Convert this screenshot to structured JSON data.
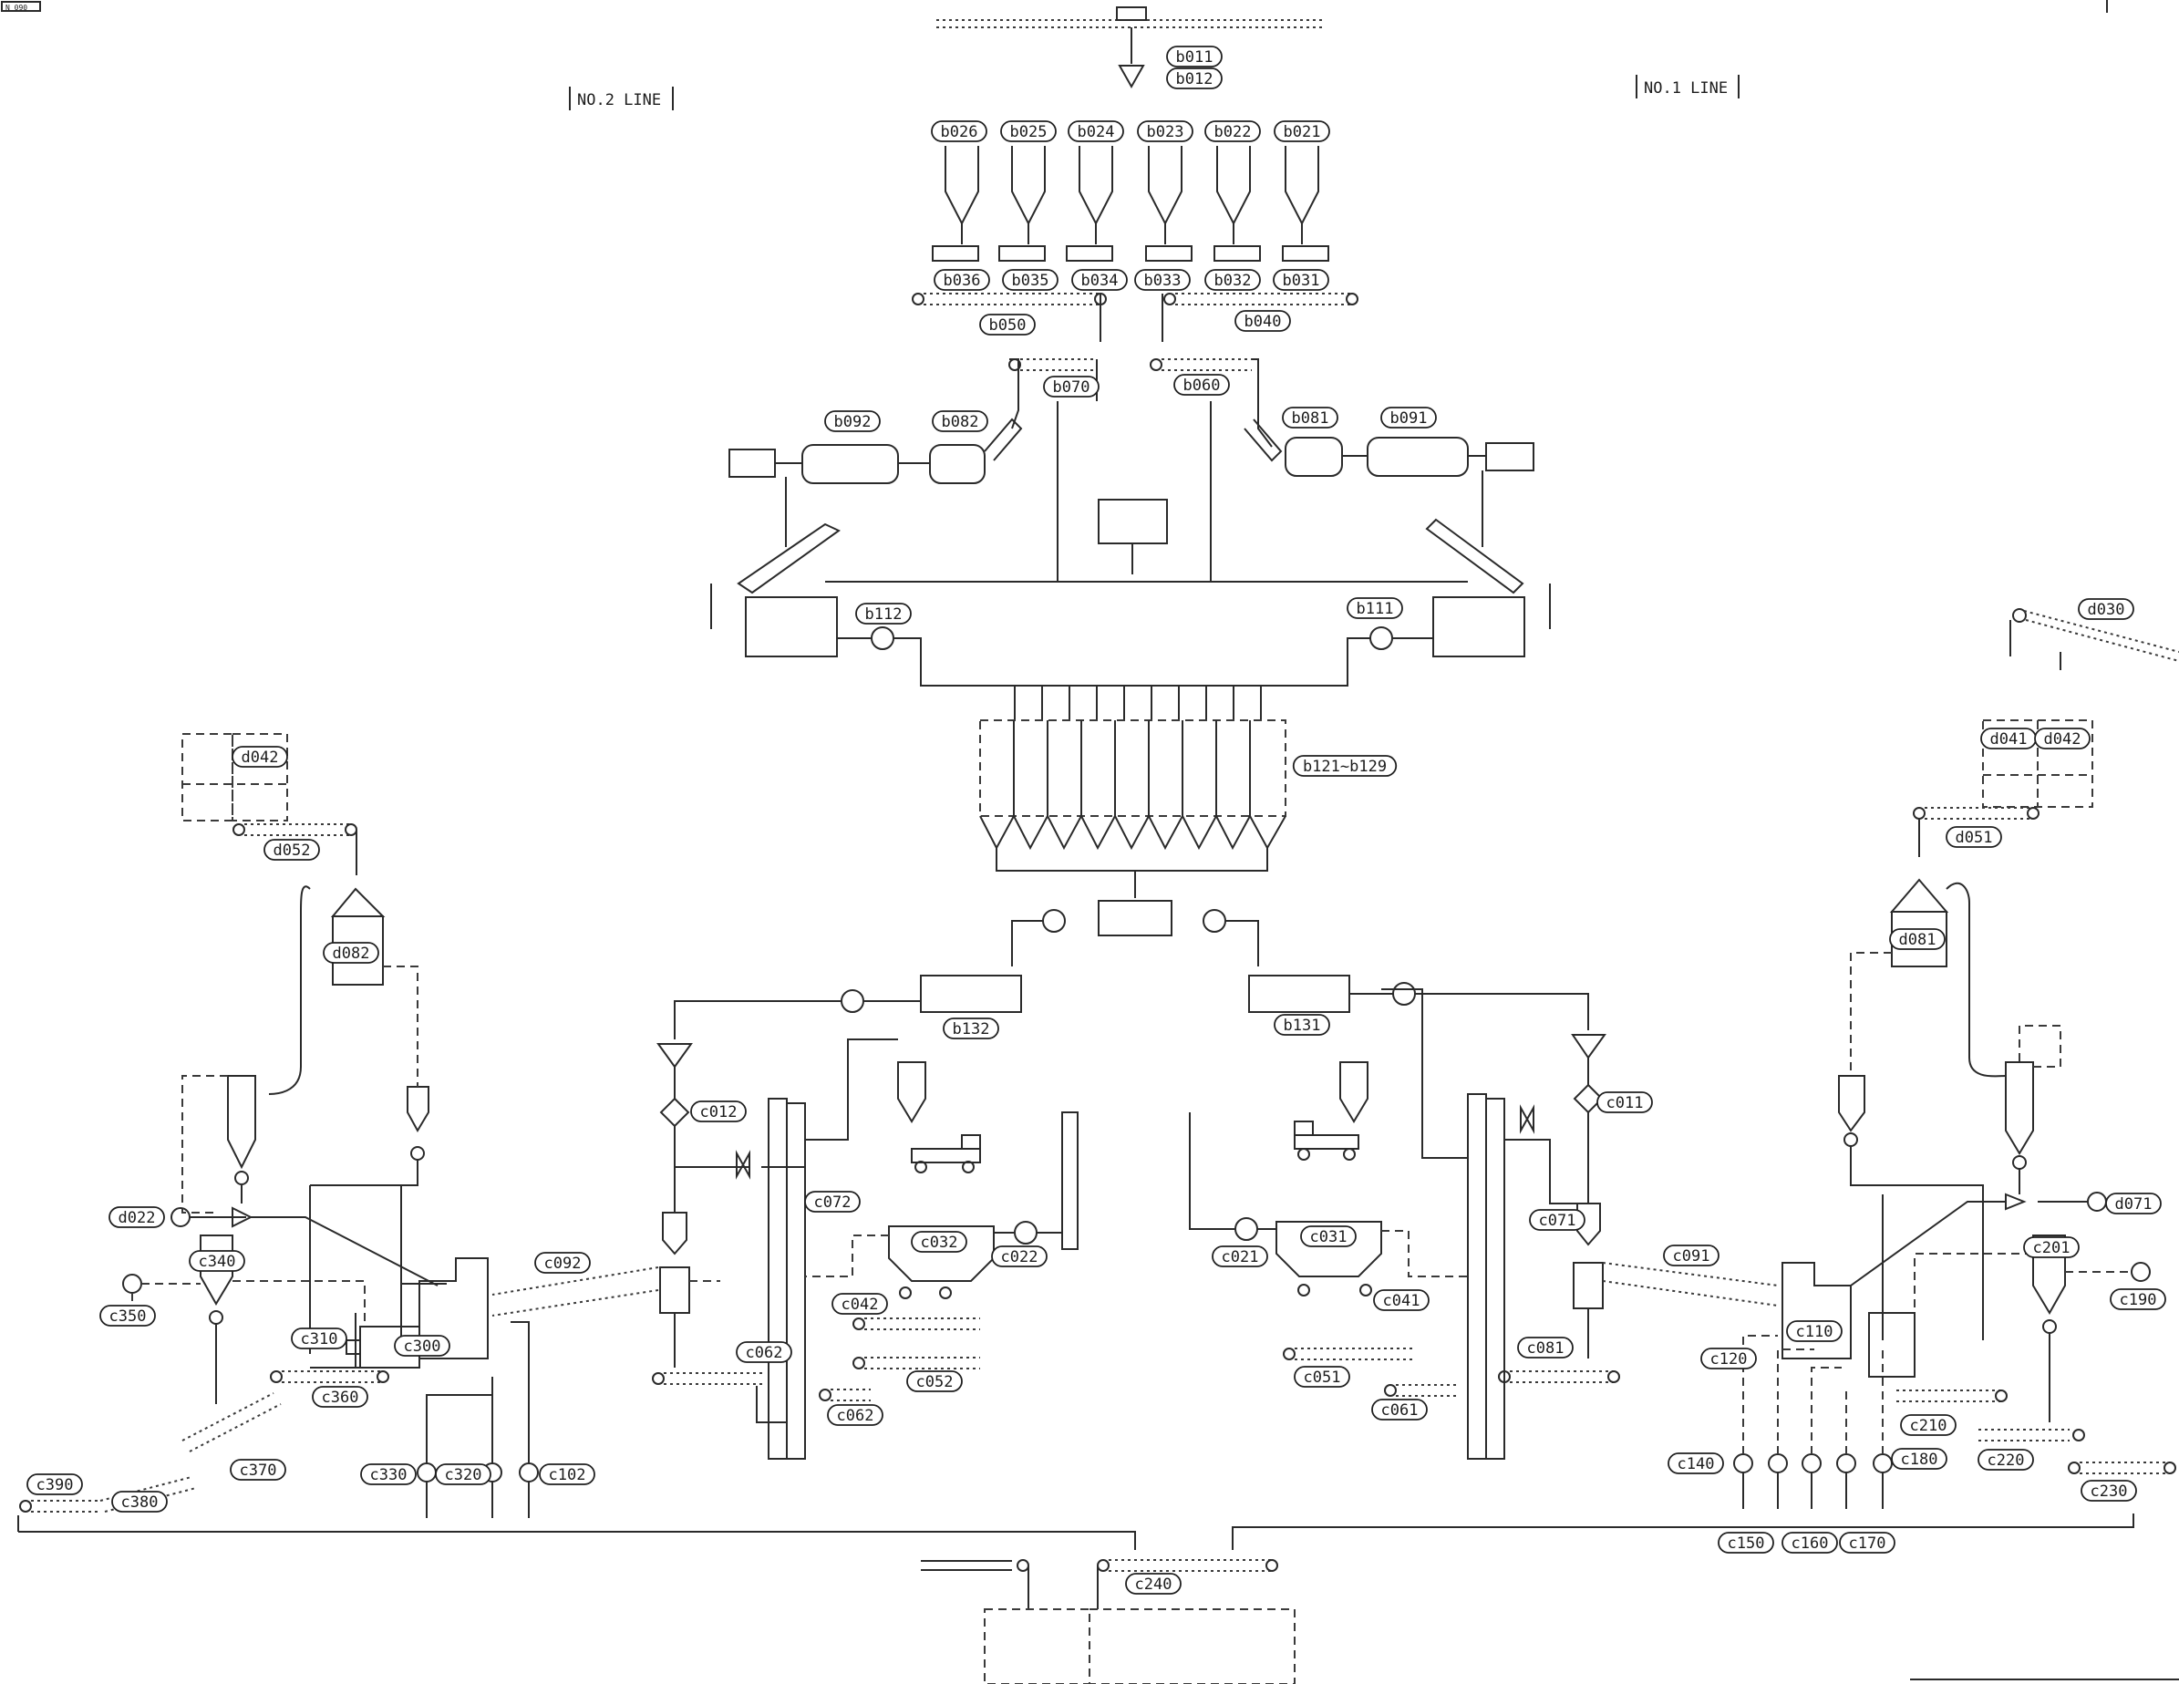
{
  "headers": {
    "line2": "NO.2 LINE",
    "line1": "NO.1 LINE",
    "corner": "N 090"
  },
  "tags": {
    "b011": "b011",
    "b012": "b012",
    "b021": "b021",
    "b022": "b022",
    "b023": "b023",
    "b024": "b024",
    "b025": "b025",
    "b026": "b026",
    "b031": "b031",
    "b032": "b032",
    "b033": "b033",
    "b034": "b034",
    "b035": "b035",
    "b036": "b036",
    "b040": "b040",
    "b050": "b050",
    "b060": "b060",
    "b070": "b070",
    "b081": "b081",
    "b082": "b082",
    "b091": "b091",
    "b092": "b092",
    "b111": "b111",
    "b112": "b112",
    "b121_b129": "b121~b129",
    "b131": "b131",
    "b132": "b132",
    "c011": "c011",
    "c012": "c012",
    "c021": "c021",
    "c022": "c022",
    "c031": "c031",
    "c032": "c032",
    "c041": "c041",
    "c042": "c042",
    "c051": "c051",
    "c052": "c052",
    "c061": "c061",
    "c062a": "c062",
    "c062b": "c062",
    "c071": "c071",
    "c072": "c072",
    "c081": "c081",
    "c091": "c091",
    "c092": "c092",
    "c102": "c102",
    "c110": "c110",
    "c120": "c120",
    "c140": "c140",
    "c150": "c150",
    "c160": "c160",
    "c170": "c170",
    "c180": "c180",
    "c190": "c190",
    "c201": "c201",
    "c210": "c210",
    "c220": "c220",
    "c230": "c230",
    "c240": "c240",
    "c300": "c300",
    "c310": "c310",
    "c320": "c320",
    "c330": "c330",
    "c340": "c340",
    "c350": "c350",
    "c360": "c360",
    "c370": "c370",
    "c380": "c380",
    "c390": "c390",
    "d022": "d022",
    "d030": "d030",
    "d041": "d041",
    "d042a": "d042",
    "d042b": "d042",
    "d051": "d051",
    "d052": "d052",
    "d071": "d071",
    "d081": "d081",
    "d082": "d082"
  }
}
